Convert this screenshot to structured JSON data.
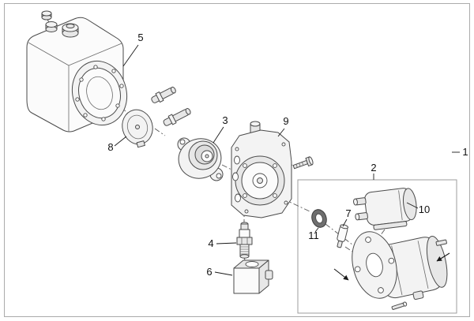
{
  "diagram": {
    "background_color": "#ffffff",
    "frame_color": "#ababab",
    "line_color": "#4a4a4a",
    "subassembly_box_color": "#9e9e9e"
  },
  "callouts": [
    {
      "label": "1"
    },
    {
      "label": "2"
    },
    {
      "label": "3"
    },
    {
      "label": "4"
    },
    {
      "label": "5"
    },
    {
      "label": "6"
    },
    {
      "label": "7"
    },
    {
      "label": "8"
    },
    {
      "label": "9"
    },
    {
      "label": "10"
    },
    {
      "label": "11"
    }
  ]
}
